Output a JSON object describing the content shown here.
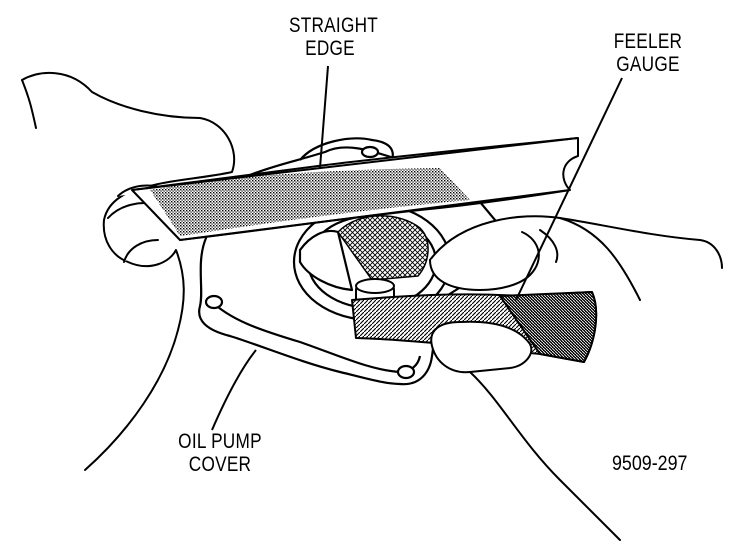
{
  "labels": {
    "straight_edge": [
      "STRAIGHT",
      "EDGE"
    ],
    "feeler_gauge": [
      "FEELER",
      "GAUGE"
    ],
    "oil_pump_cover": [
      "OIL PUMP",
      "COVER"
    ]
  },
  "figure_number": "9509-297",
  "colors": {
    "ink": "#000000",
    "paper": "#ffffff"
  }
}
